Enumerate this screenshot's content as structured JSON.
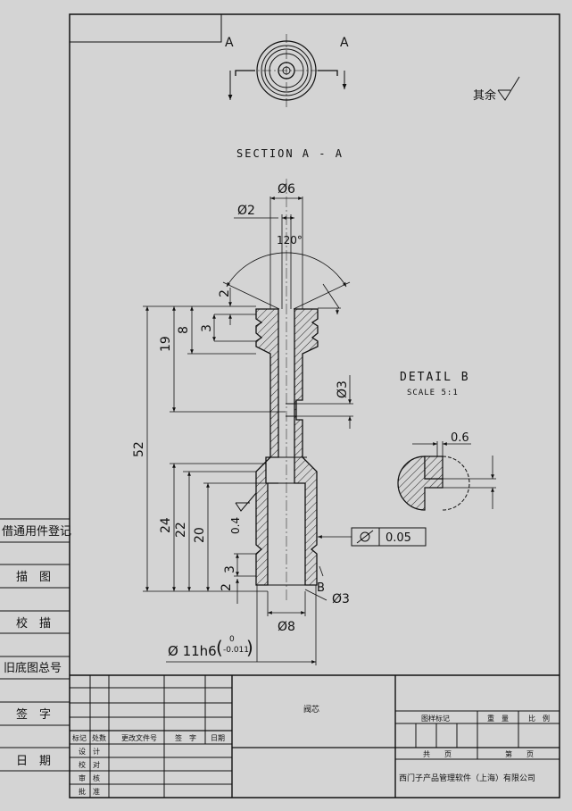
{
  "section": {
    "title": "SECTION A - A",
    "label_left": "A",
    "label_right": "A",
    "surface_note": "其余"
  },
  "detail": {
    "title": "DETAIL B",
    "scale": "SCALE 5:1",
    "dim_06": "0.6"
  },
  "dims": {
    "d6": "Ø6",
    "d2": "Ø2",
    "angle": "120°",
    "dim2_top": "2",
    "dim8": "8",
    "dim3": "3",
    "dim19": "19",
    "dim52": "52",
    "d3_right": "Ø3",
    "dim24": "24",
    "dim22": "22",
    "dim20": "20",
    "dim04": "0.4",
    "dim3_low": "3",
    "dim2_low": "2",
    "d3_bottom": "Ø3",
    "d8": "Ø8",
    "d11": "Ø 11h6",
    "tol_upper": "0",
    "tol_lower": "-0.011",
    "detail_ref": "B"
  },
  "gdt": {
    "symbol": "cylindricity",
    "value": "0.05"
  },
  "left_strip": {
    "items": [
      "借通用件登记",
      "描　图",
      "校　描",
      "旧底图总号",
      "签　字",
      "日　期"
    ]
  },
  "title_block": {
    "part_name": "阀芯",
    "headers": [
      "标记",
      "处数",
      "更改文件号",
      "签　字",
      "日期"
    ],
    "roles": [
      "设　计",
      "校　对",
      "审　核",
      "批　准"
    ],
    "stage_label": "图样标记",
    "weight_label": "重　量",
    "scale_label": "比　例",
    "total_pages": "共　　页",
    "page_no": "第　　页",
    "company": "西门子产品管理软件（上海）有限公司"
  }
}
